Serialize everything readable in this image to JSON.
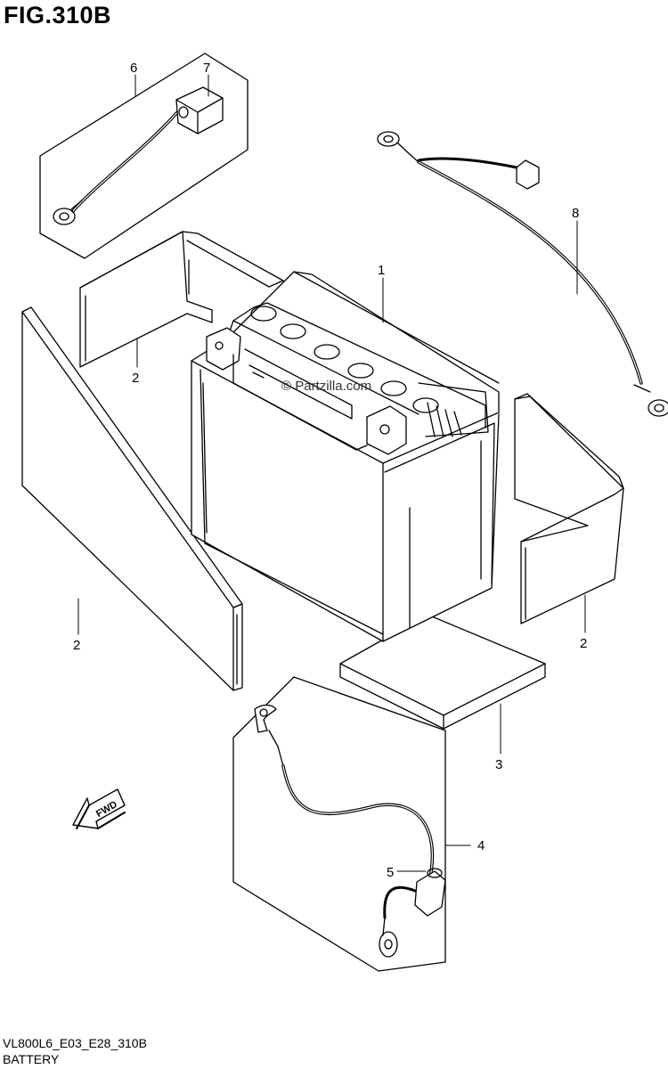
{
  "figure": {
    "title": "FIG.310B",
    "watermark": "© Partzilla.com",
    "fwd_label": "FWD"
  },
  "callouts": {
    "c1": "1",
    "c2a": "2",
    "c2b": "2",
    "c2c": "2",
    "c3": "3",
    "c4": "4",
    "c5": "5",
    "c6": "6",
    "c7": "7",
    "c8": "8"
  },
  "footer": {
    "code": "VL800L6_E03_E28_310B",
    "name": "BATTERY"
  },
  "colors": {
    "ink": "#000000",
    "pad_fill": "#ececec",
    "background": "#ffffff"
  }
}
